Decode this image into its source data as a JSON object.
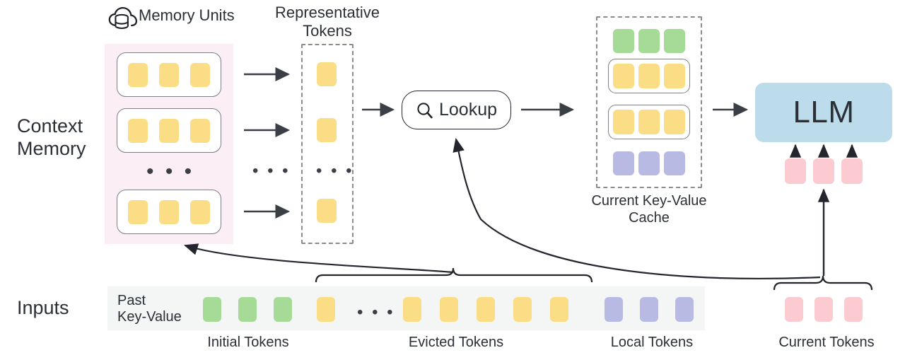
{
  "diagram": {
    "title_hidden": "Context Memory LLM KV-cache architecture",
    "colors": {
      "yellow": "#fbdd86",
      "green": "#a6da97",
      "purple": "#b9bae3",
      "pink_token": "#fbcbd1",
      "llm_blue": "#bcdcec",
      "context_zone": "#fbeef5",
      "inputs_zone": "#f4f6f5",
      "stroke": "#2b2f36"
    }
  },
  "row_labels": {
    "context_memory": "Context\nMemory",
    "inputs": "Inputs"
  },
  "memory": {
    "header": "Memory Units",
    "icon": "cloud-database-icon",
    "units": [
      {
        "tokens": [
          "yellow",
          "yellow",
          "yellow"
        ]
      },
      {
        "tokens": [
          "yellow",
          "yellow",
          "yellow"
        ]
      },
      {
        "tokens": [
          "yellow",
          "yellow",
          "yellow"
        ]
      }
    ],
    "ellipsis": "• • •"
  },
  "representative": {
    "header": "Representative\nTokens",
    "tokens": [
      "yellow",
      "yellow",
      "yellow"
    ],
    "ellipsis": "• • •",
    "between_ellipsis": "• • •"
  },
  "lookup": {
    "label": "Lookup",
    "icon": "search-icon"
  },
  "kv_cache": {
    "caption": "Current Key-Value\nCache",
    "rows": [
      {
        "kind": "plain",
        "tokens": [
          "green",
          "green",
          "green"
        ]
      },
      {
        "kind": "card",
        "tokens": [
          "yellow",
          "yellow",
          "yellow"
        ]
      },
      {
        "kind": "card",
        "tokens": [
          "yellow",
          "yellow",
          "yellow"
        ]
      },
      {
        "kind": "plain",
        "tokens": [
          "purple",
          "purple",
          "purple"
        ]
      }
    ]
  },
  "llm": {
    "label": "LLM",
    "input_tokens": [
      "pink",
      "pink",
      "pink"
    ],
    "arrow_count": 3
  },
  "inputs": {
    "past_kv_label": "Past\nKey-Value",
    "sequence": [
      "green",
      "green",
      "green",
      "yellow",
      "ellipsis",
      "yellow",
      "yellow",
      "yellow",
      "yellow",
      "yellow",
      "purple",
      "purple",
      "purple"
    ],
    "ellipsis": "• • •",
    "group_captions": [
      {
        "name": "initial",
        "label": "Initial Tokens"
      },
      {
        "name": "evicted",
        "label": "Evicted Tokens"
      },
      {
        "name": "local",
        "label": "Local Tokens"
      },
      {
        "name": "current",
        "label": "Current Tokens"
      }
    ],
    "current_tokens": [
      "pink",
      "pink",
      "pink"
    ]
  }
}
